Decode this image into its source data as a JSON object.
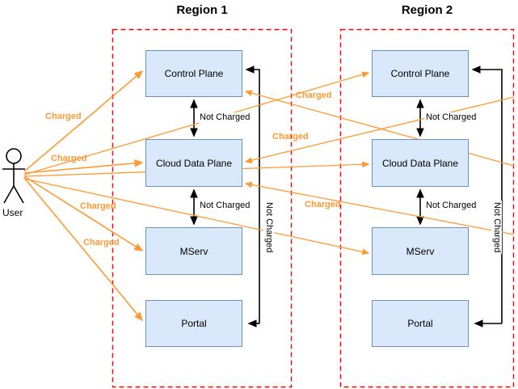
{
  "diagram": {
    "title_region1": "Region 1",
    "title_region2": "Region 2",
    "actor": {
      "label": "User",
      "icon": "stick-figure-actor-icon"
    },
    "colors": {
      "box_fill": "#dae8fc",
      "box_stroke": "#6c8ebf",
      "region_boundary": "#ff0000",
      "charged_edge": "#ff9933",
      "not_charged_edge": "#000000",
      "background": "#ffffff"
    },
    "regions": [
      {
        "name": "Region 1",
        "nodes": [
          {
            "label": "Control Plane"
          },
          {
            "label": "Cloud Data Plane"
          },
          {
            "label": "MServ"
          },
          {
            "label": "Portal"
          }
        ],
        "internal_labels": [
          {
            "text": "Not Charged"
          },
          {
            "text": "Not Charged"
          },
          {
            "text": "Not Charged"
          }
        ]
      },
      {
        "name": "Region 2",
        "nodes": [
          {
            "label": "Control Plane"
          },
          {
            "label": "Cloud Data Plane"
          },
          {
            "label": "MServ"
          },
          {
            "label": "Portal"
          }
        ],
        "internal_labels": [
          {
            "text": "Not Charged"
          },
          {
            "text": "Not Charged"
          },
          {
            "text": "Not Charged"
          }
        ]
      }
    ],
    "charged_labels": [
      {
        "id": "r1-control-plane",
        "text": "Charged"
      },
      {
        "id": "r1-cloud-data-plane",
        "text": "Charged"
      },
      {
        "id": "r1-mserv",
        "text": "Charged"
      },
      {
        "id": "r1-portal",
        "text": "Charged"
      },
      {
        "id": "r2-control-plane",
        "text": "Charged"
      },
      {
        "id": "r2-cloud-data-plane",
        "text": "Charged"
      },
      {
        "id": "r2-mserv",
        "text": "Charged"
      }
    ]
  }
}
